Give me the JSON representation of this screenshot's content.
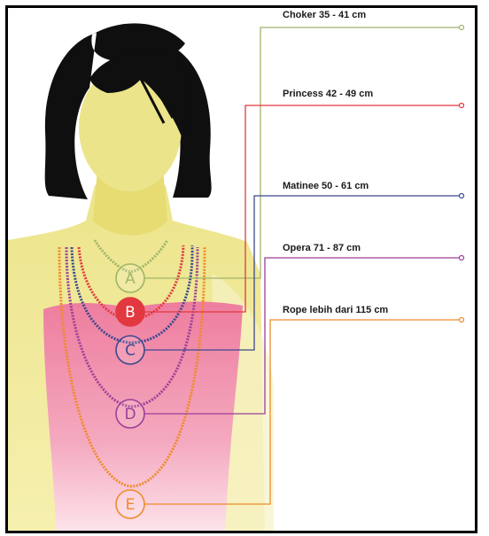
{
  "necklaces": [
    {
      "letter": "A",
      "label": "Choker 35 - 41 cm",
      "color": "#9fb56a"
    },
    {
      "letter": "B",
      "label": "Princess 42 - 49 cm",
      "color": "#e2383f"
    },
    {
      "letter": "C",
      "label": "Matinee 50 - 61 cm",
      "color": "#3d4890"
    },
    {
      "letter": "D",
      "label": "Opera 71 - 87 cm",
      "color": "#9c3f98"
    },
    {
      "letter": "E",
      "label": "Rope lebih dari 115 cm",
      "color": "#ef8a2a"
    }
  ],
  "colors": {
    "skin": "#ece48a",
    "hair": "#0f0f0f",
    "dress": "#ef8aa6",
    "border": "#000000"
  }
}
